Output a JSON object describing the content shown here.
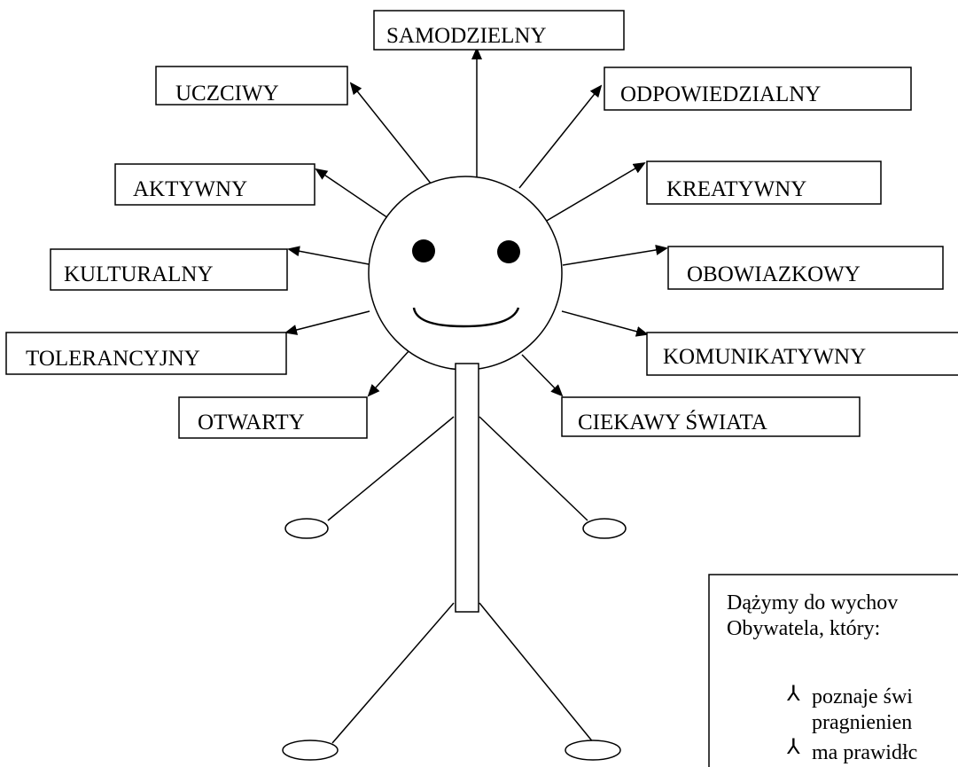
{
  "diagram": {
    "traits": [
      {
        "id": "samodzielny",
        "label": "SAMODZIELNY"
      },
      {
        "id": "uczciwy",
        "label": "UCZCIWY"
      },
      {
        "id": "odpowiedzialny",
        "label": "ODPOWIEDZIALNY"
      },
      {
        "id": "aktywny",
        "label": "AKTYWNY"
      },
      {
        "id": "kreatywny",
        "label": "KREATYWNY"
      },
      {
        "id": "kulturalny",
        "label": "KULTURALNY"
      },
      {
        "id": "obowiazkowy",
        "label": "OBOWIAZKOWY"
      },
      {
        "id": "tolerancyjny",
        "label": "TOLERANCYJNY"
      },
      {
        "id": "komunikatywny",
        "label": "KOMUNIKATYWNY"
      },
      {
        "id": "otwarty",
        "label": "OTWARTY"
      },
      {
        "id": "ciekawy-swiata",
        "label": "CIEKAWY ŚWIATA"
      }
    ],
    "textbox": {
      "intro_line_1": "Dążymy do wychov",
      "intro_line_2": "Obywatela, który:",
      "bullet_1_line_1": "poznaje świ",
      "bullet_1_line_2": "pragnienien",
      "bullet_2_line_1": "ma prawidłc",
      "bullet_symbol": "⅄"
    }
  }
}
